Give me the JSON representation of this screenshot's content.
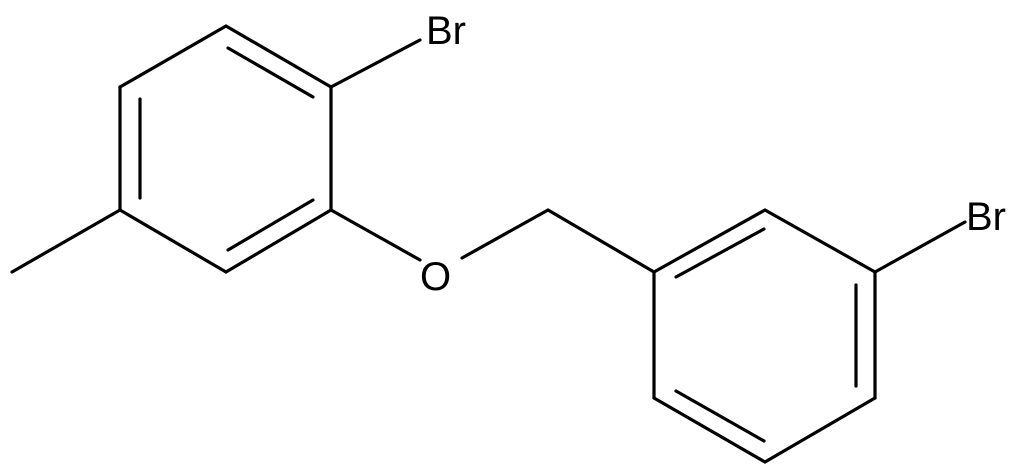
{
  "diagram": {
    "type": "chemical-structure",
    "atoms": {
      "bromo_top": "Br",
      "ether_oxygen": "O",
      "bromo_right": "Br"
    },
    "colors": {
      "background": "#ffffff",
      "bond": "#000000",
      "label": "#000000"
    }
  }
}
